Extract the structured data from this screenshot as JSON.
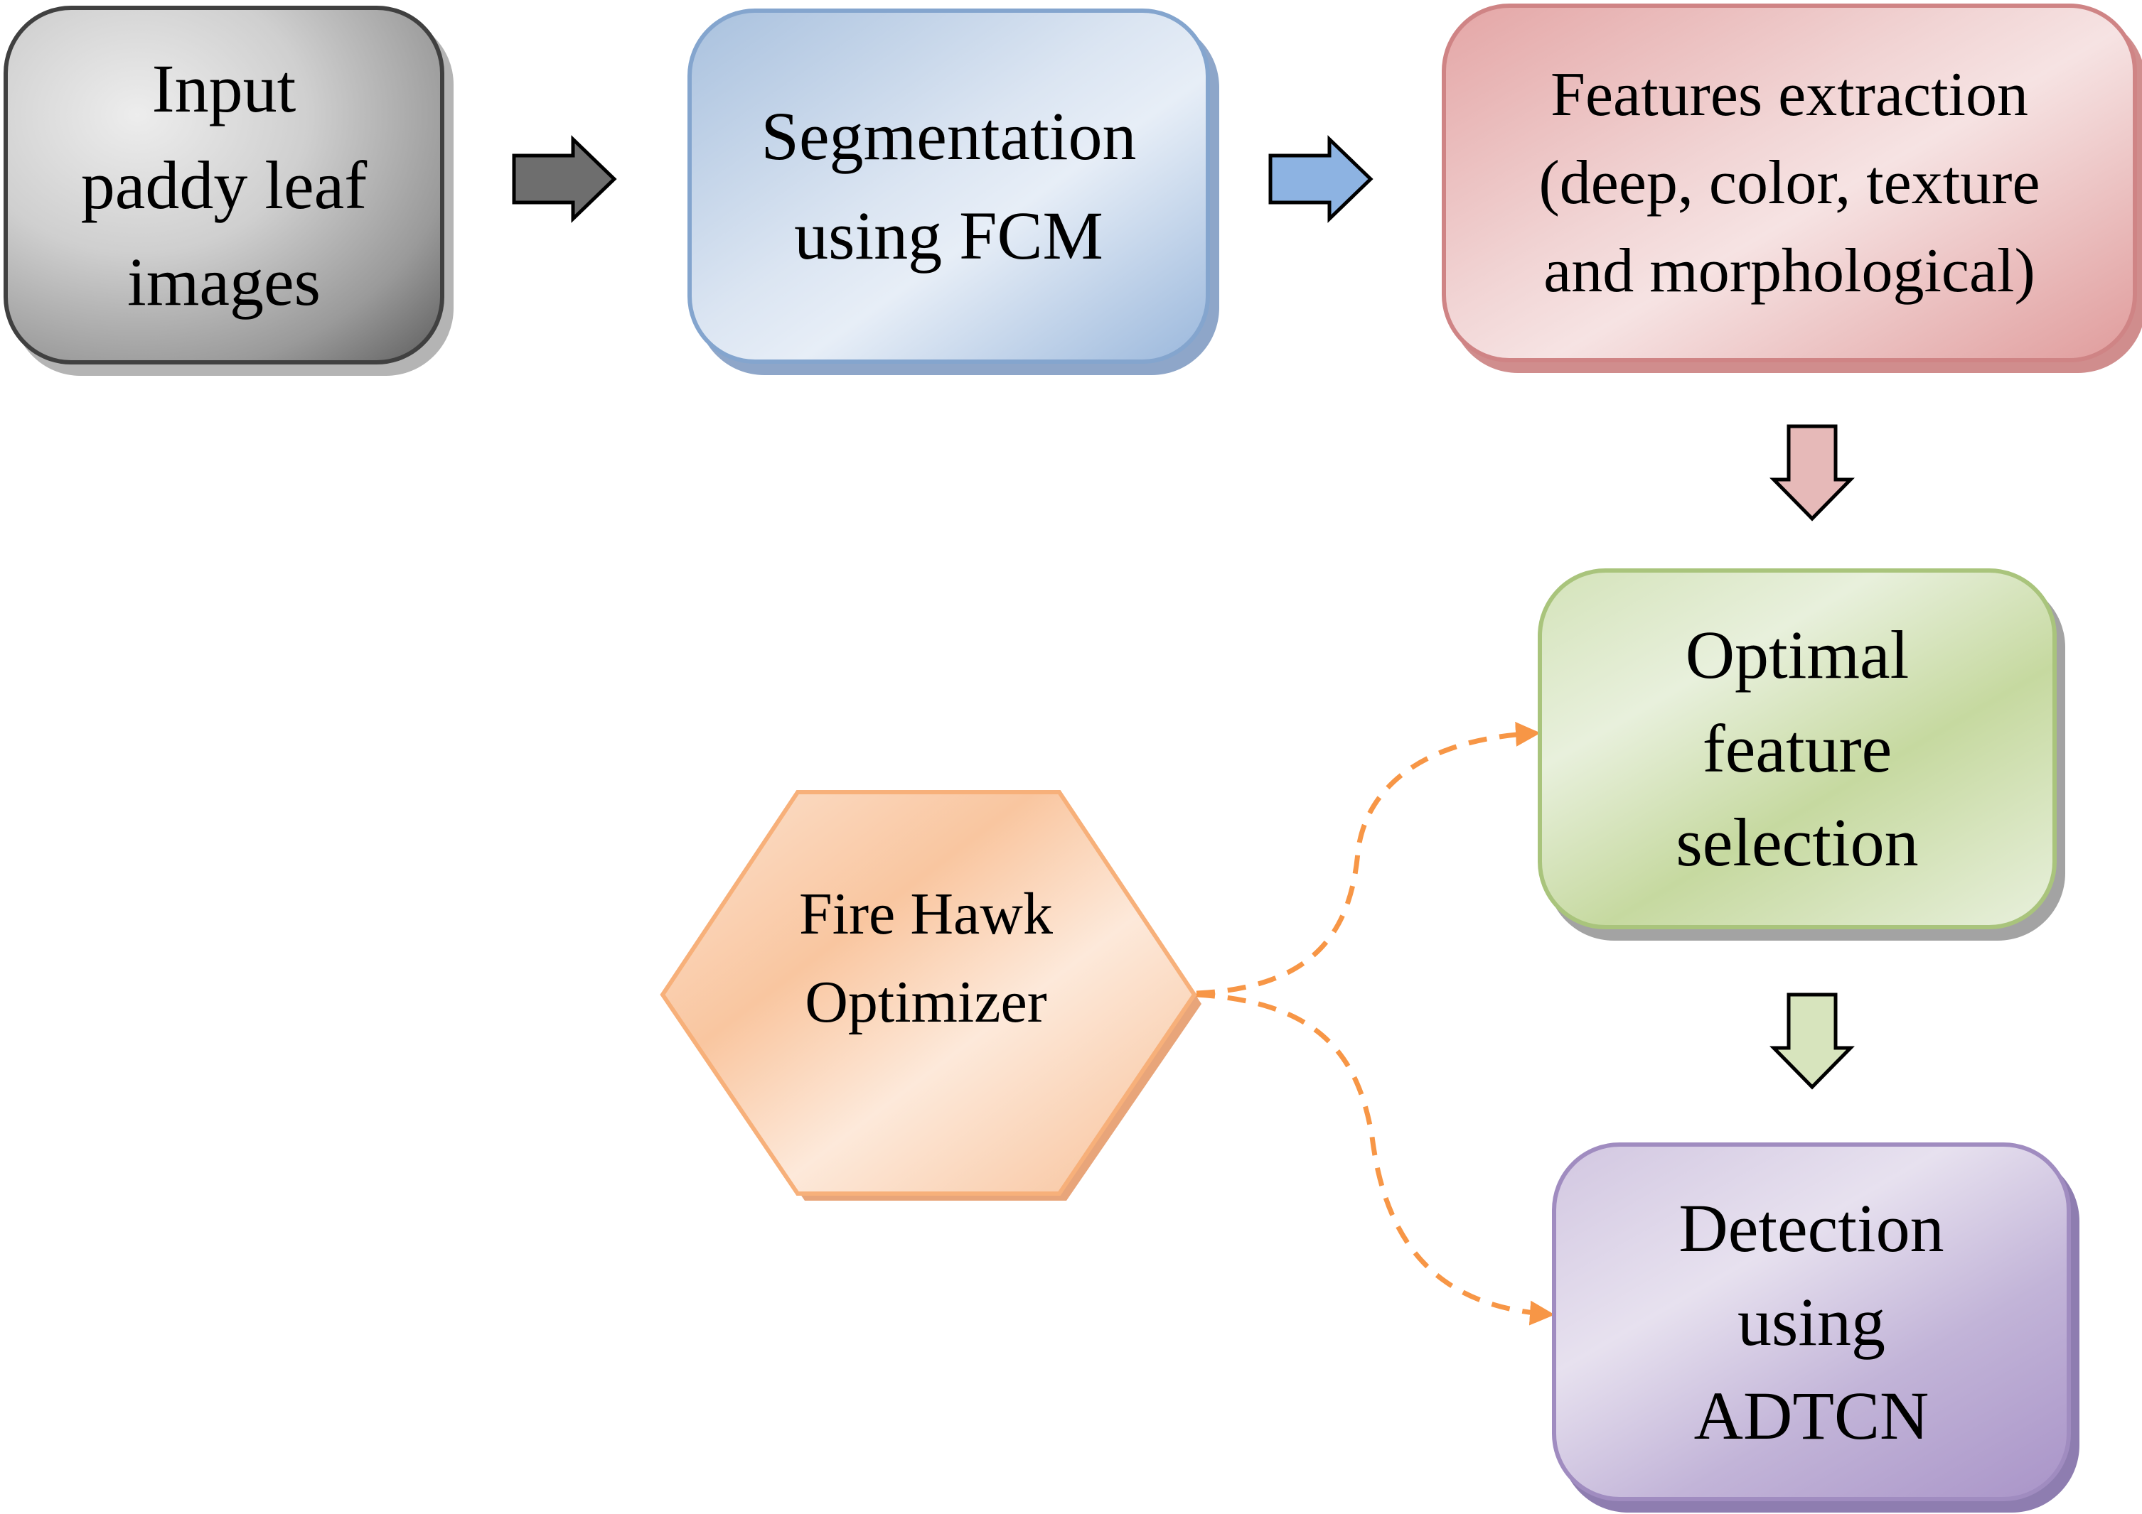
{
  "input_box": {
    "lines": [
      "Input",
      "paddy leaf",
      "images"
    ]
  },
  "segmentation_box": {
    "lines": [
      "Segmentation",
      "using FCM"
    ]
  },
  "features_box": {
    "lines": [
      "Features extraction",
      "(deep, color, texture",
      "and morphological)"
    ]
  },
  "optimal_box": {
    "lines": [
      "Optimal",
      "feature",
      "selection"
    ]
  },
  "detection_box": {
    "lines": [
      "Detection",
      "using",
      "ADTCN"
    ]
  },
  "optimizer_node": {
    "lines": [
      "Fire Hawk",
      "Optimizer"
    ]
  },
  "colors": {
    "input_arrow": "#6e6e6e",
    "seg_arrow": "#8db3e2",
    "feat_arrow": "#e6b9b8",
    "opt_arrow": "#d7e4bd",
    "optimizer_fill": "#fbd4b4",
    "optimizer_border": "#f7b07a",
    "optimizer_links": "#f79646"
  }
}
